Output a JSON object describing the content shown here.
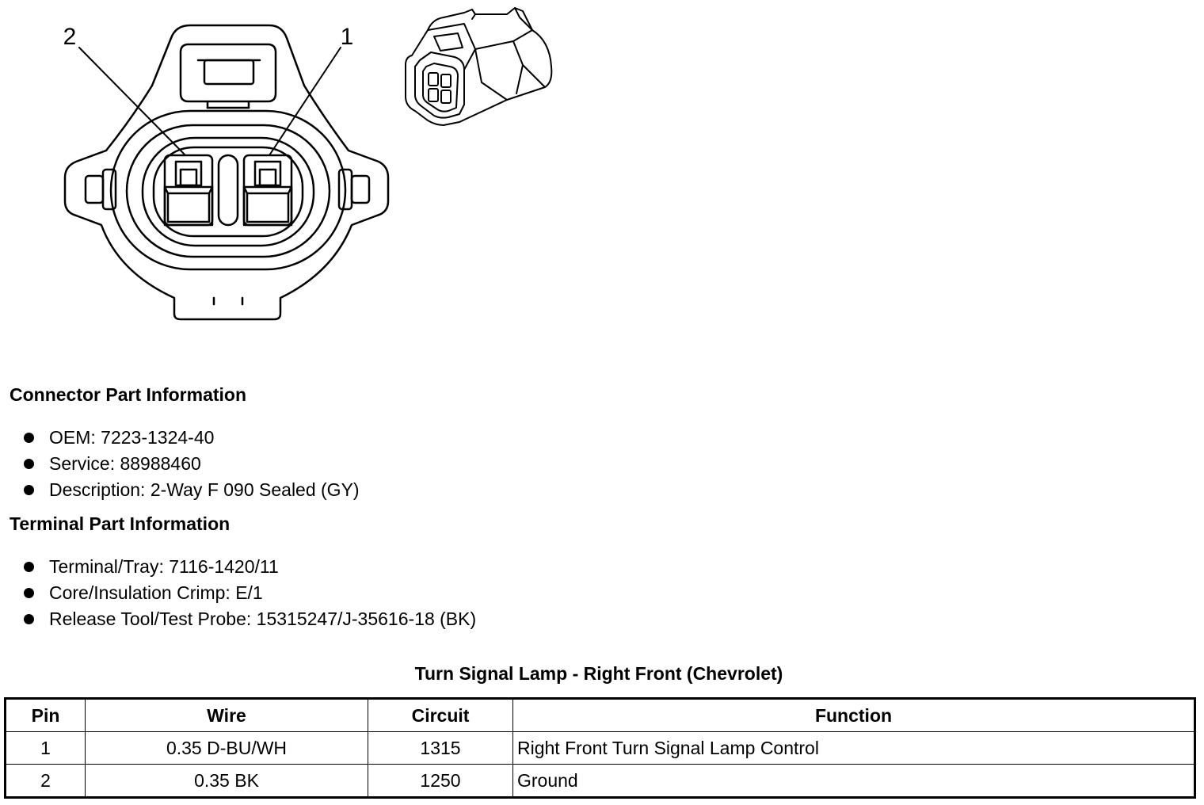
{
  "diagram": {
    "callouts": [
      "2",
      "1"
    ]
  },
  "connector": {
    "heading": "Connector Part Information",
    "items": [
      "OEM: 7223-1324-40",
      "Service: 88988460",
      "Description: 2-Way F 090 Sealed (GY)"
    ]
  },
  "terminal": {
    "heading": "Terminal Part Information",
    "items": [
      "Terminal/Tray: 7116-1420/11",
      "Core/Insulation Crimp: E/1",
      "Release Tool/Test Probe: 15315247/J-35616-18 (BK)"
    ]
  },
  "table": {
    "title": "Turn Signal Lamp - Right Front (Chevrolet)",
    "headers": [
      "Pin",
      "Wire",
      "Circuit",
      "Function"
    ],
    "rows": [
      [
        "1",
        "0.35 D-BU/WH",
        "1315",
        "Right Front Turn Signal Lamp Control"
      ],
      [
        "2",
        "0.35 BK",
        "1250",
        "Ground"
      ]
    ]
  }
}
